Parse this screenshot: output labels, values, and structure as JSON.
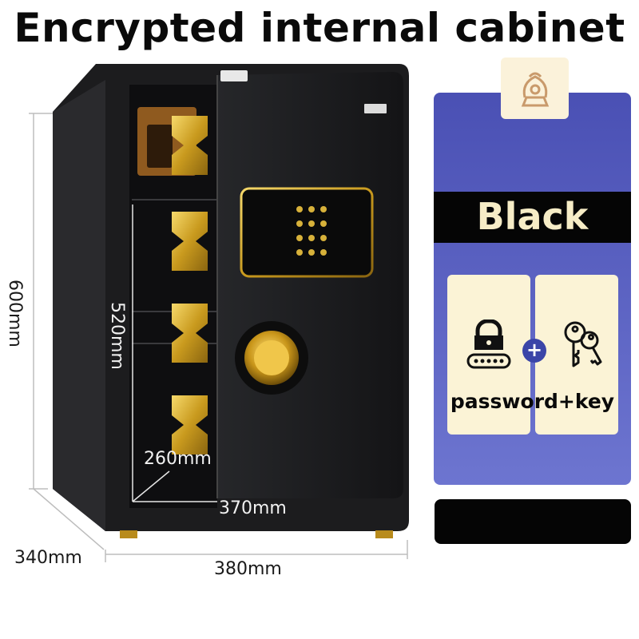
{
  "title": "Encrypted internal cabinet",
  "dimensions": {
    "total_height": "600mm",
    "inner_height": "520mm",
    "inner_depth": "260mm",
    "inner_width": "370mm",
    "outer_depth": "340mm",
    "outer_width": "380mm"
  },
  "color_option": {
    "label": "Black",
    "band_color": "#050505",
    "text_color": "#f6ecc6"
  },
  "feature": {
    "label": "password+key",
    "plus_symbol": "+",
    "icons": [
      "keypad-lock-icon",
      "keys-icon"
    ]
  },
  "colors": {
    "panel_blue": "#5a62c4",
    "card_cream": "#fbf3d6",
    "safe_black": "#1b1b1d",
    "gold": "#c9a227"
  }
}
